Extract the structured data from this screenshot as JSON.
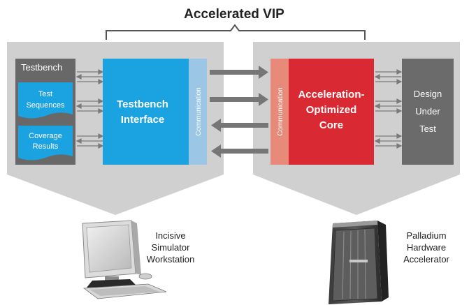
{
  "title": "Accelerated VIP",
  "left": {
    "testbench_label": "Testbench",
    "test_sequences": [
      "Test",
      "Sequences"
    ],
    "coverage_results": [
      "Coverage",
      "Results"
    ],
    "interface": [
      "Testbench",
      "Interface"
    ],
    "communication": "Communication",
    "machine_caption": [
      "Incisive",
      "Simulator",
      "Workstation"
    ]
  },
  "right": {
    "communication": "Communication",
    "core": [
      "Acceleration-",
      "Optimized",
      "Core"
    ],
    "dut": [
      "Design",
      "Under",
      "Test"
    ],
    "machine_caption": [
      "Palladium",
      "Hardware",
      "Accelerator"
    ]
  },
  "colors": {
    "panel": "#d0d0d0",
    "testbench_box": "#686868",
    "test_blue": "#1ba2e0",
    "interface_blue": "#1ba2e0",
    "comm_left": "#9cc6e5",
    "comm_right": "#e88a7a",
    "core_red": "#d92a33",
    "dut_gray": "#6b6b6b",
    "arrow": "#767676"
  }
}
